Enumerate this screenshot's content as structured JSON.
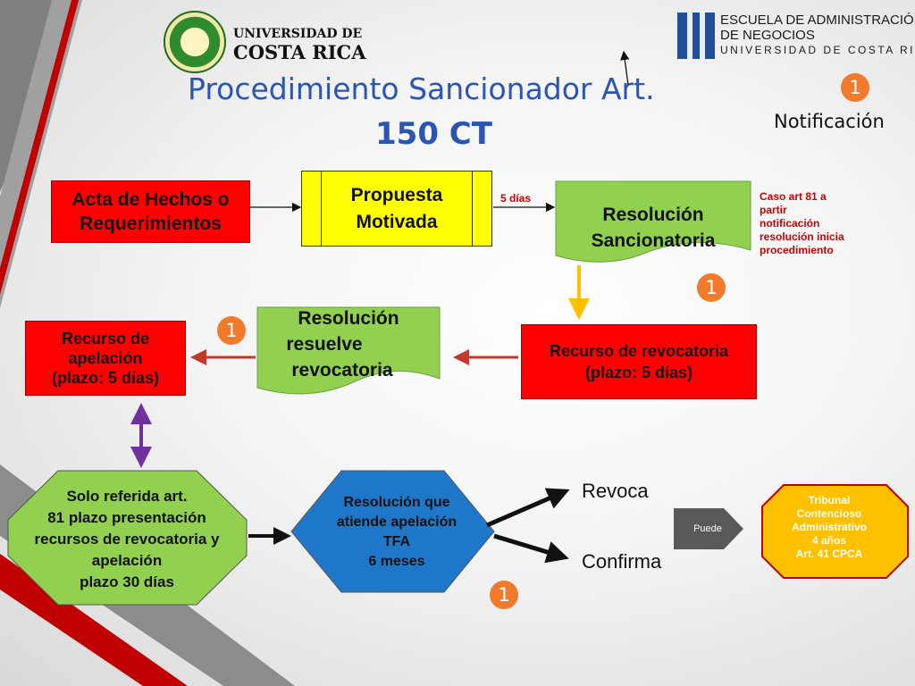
{
  "header": {
    "ucr_logo_line1": "UNIVERSIDAD DE",
    "ucr_logo_line2": "COSTA RICA",
    "ean_line1": "ESCUELA DE ADMINISTRACIÓN",
    "ean_line2": "DE NEGOCIOS",
    "ean_line3": "UNIVERSIDAD DE COSTA RICA",
    "title_line1": "Procedimiento Sancionador  Art.",
    "title_line2": "150 CT",
    "notification_number": "1",
    "notification_label": "Notificación"
  },
  "nodes": {
    "acta": {
      "line1": "Acta de Hechos o",
      "line2": "Requerimientos"
    },
    "propuesta": {
      "line1": "Propuesta",
      "line2": "Motivada"
    },
    "dias": "5 días",
    "resolucion_sancionatoria": {
      "line1": "Resolución",
      "line2": "Sancionatoria"
    },
    "caso_note": {
      "line1": "Caso art 81 a",
      "line2": "partir",
      "line3": "notificación",
      "line4": "resolución inicia",
      "line5": "procedimiento"
    },
    "recurso_revocatoria": {
      "line1": "Recurso de revocatoria",
      "line2": "(plazo:  5 días)"
    },
    "resolucion_revocatoria": {
      "line1": "Resolución",
      "line2": "resuelve",
      "line3": "revocatoria"
    },
    "recurso_apelacion": {
      "line1": "Recurso de",
      "line2": "apelación",
      "line3": "(plazo:  5 días)"
    },
    "solo_referida": {
      "line1": "Solo referida art.",
      "line2": "81 plazo presentación",
      "line3": "recursos de revocatoria y",
      "line4": "apelación",
      "line5": "plazo 30 días"
    },
    "resolucion_tfa": {
      "line1": "Resolución que",
      "line2": "atiende apelación",
      "line3": "TFA",
      "line4": "6 meses"
    },
    "revoca": "Revoca",
    "confirma": "Confirma",
    "puede": "Puede",
    "tribunal": {
      "line1": "Tribunal",
      "line2": "Contencioso",
      "line3": "Administrativo",
      "line4": "4 años",
      "line5": "Art. 41 CPCA"
    }
  },
  "markers": {
    "sancionatoria": "1",
    "revocatoria": "1",
    "tfa": "1"
  },
  "colors": {
    "title": "#2a55b5",
    "red_box": "#ff0000",
    "yellow_box": "#ffff00",
    "green_box": "#92d050",
    "blue_hexagon": "#1f77c9",
    "tribunal_octagon": "#ffc000",
    "marker_orange": "#f27a2c",
    "note_red": "#cc0000",
    "arrow_dark_red": "#c0392b",
    "arrow_purple": "#7030a0",
    "arrow_gold": "#ffc000"
  }
}
